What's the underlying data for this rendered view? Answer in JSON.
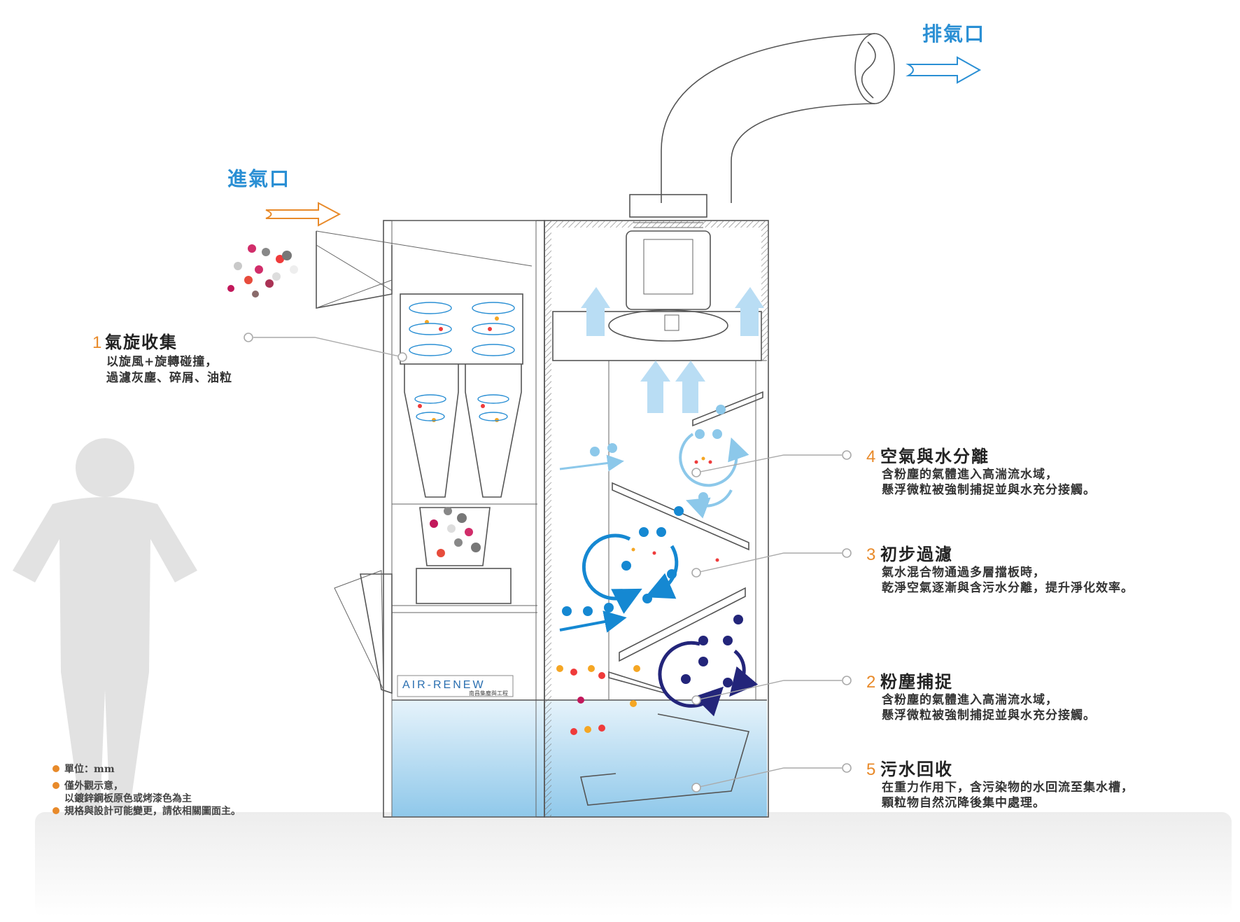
{
  "ports": {
    "inlet": "進氣口",
    "outlet": "排氣口"
  },
  "callouts": [
    {
      "num": "1",
      "title": "氣旋收集",
      "lines": [
        "以旋風+旋轉碰撞，",
        "過濾灰塵、碎屑、油粒"
      ]
    },
    {
      "num": "4",
      "title": "空氣與水分離",
      "lines": [
        "含粉塵的氣體進入高湍流水域，",
        "懸浮微粒被強制捕捉並與水充分接觸。"
      ]
    },
    {
      "num": "3",
      "title": "初步過濾",
      "lines": [
        "氣水混合物通過多層擋板時，",
        "乾淨空氣逐漸與含污水分離，提升淨化效率。"
      ]
    },
    {
      "num": "2",
      "title": "粉塵捕捉",
      "lines": [
        "含粉塵的氣體進入高湍流水域，",
        "懸浮微粒被強制捕捉並與水充分接觸。"
      ]
    },
    {
      "num": "5",
      "title": "污水回收",
      "lines": [
        "在重力作用下，含污染物的水回流至集水槽，",
        "顆粒物自然沉降後集中處理。"
      ]
    }
  ],
  "notes": [
    "單位：mm",
    "僅外觀示意，",
    "以鍍鋅鋼板原色或烤漆色為主",
    "規格與設計可能變更，請依相關圖面主。"
  ],
  "brand": {
    "name": "AIR-RENEW",
    "sub": "南昌集塵與工程"
  },
  "colors": {
    "accent_blue": "#2a8fd4",
    "orange": "#e88a2a",
    "water": "#a9d4ee",
    "dark_blue": "#23257a",
    "bright_blue": "#1588d2",
    "light_blue": "#8cc8ea"
  }
}
